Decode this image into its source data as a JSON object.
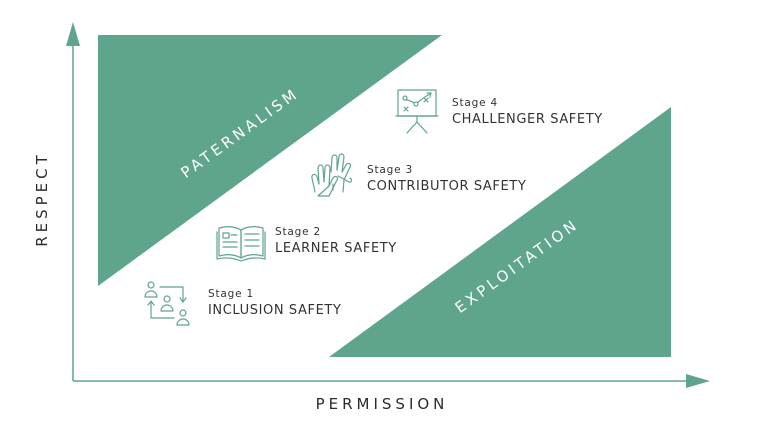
{
  "axes": {
    "x_label": "PERMISSION",
    "y_label": "RESPECT"
  },
  "zones": {
    "upper": "PATERNALISM",
    "lower": "EXPLOITATION"
  },
  "stages": [
    {
      "number_label": "Stage 1",
      "title": "INCLUSION SAFETY",
      "icon": "people-flow-icon"
    },
    {
      "number_label": "Stage 2",
      "title": "LEARNER SAFETY",
      "icon": "open-book-icon"
    },
    {
      "number_label": "Stage 3",
      "title": "CONTRIBUTOR SAFETY",
      "icon": "raised-hands-icon"
    },
    {
      "number_label": "Stage 4",
      "title": "CHALLENGER SAFETY",
      "icon": "strategy-board-icon"
    }
  ],
  "colors": {
    "accent": "#5ea58c",
    "axis": "#5ea58c",
    "text": "#333333",
    "background": "#ffffff"
  }
}
